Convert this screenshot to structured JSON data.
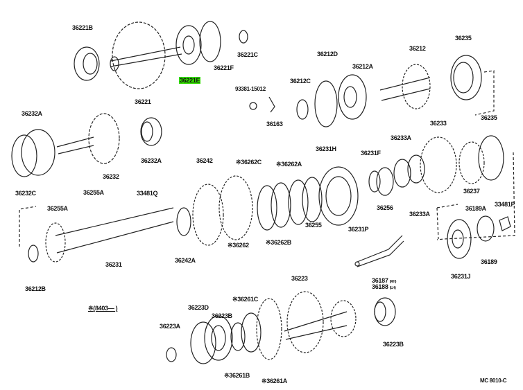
{
  "diagram": {
    "code": "MC 8010-C",
    "note": "※(8403—        )",
    "parts": [
      {
        "id": "36221B"
      },
      {
        "id": "36221E",
        "highlighted": true
      },
      {
        "id": "36221F"
      },
      {
        "id": "36221C"
      },
      {
        "id": "36221"
      },
      {
        "id": "93381-15012"
      },
      {
        "id": "36163"
      },
      {
        "id": "36212C"
      },
      {
        "id": "36212D"
      },
      {
        "id": "36212A"
      },
      {
        "id": "36212"
      },
      {
        "id": "36235"
      },
      {
        "id": "36232A"
      },
      {
        "id": "36232A"
      },
      {
        "id": "36232"
      },
      {
        "id": "36232C"
      },
      {
        "id": "36255A"
      },
      {
        "id": "33481Q"
      },
      {
        "id": "36255A"
      },
      {
        "id": "36242"
      },
      {
        "id": "※36262C"
      },
      {
        "id": "※36262A"
      },
      {
        "id": "36231H"
      },
      {
        "id": "36231F"
      },
      {
        "id": "36233A"
      },
      {
        "id": "36233"
      },
      {
        "id": "36235"
      },
      {
        "id": "36237"
      },
      {
        "id": "36256"
      },
      {
        "id": "36233A"
      },
      {
        "id": "36189A"
      },
      {
        "id": "33481P"
      },
      {
        "id": "36231J"
      },
      {
        "id": "36189"
      },
      {
        "id": "36255"
      },
      {
        "id": "36231P"
      },
      {
        "id": "※36262B"
      },
      {
        "id": "※36262"
      },
      {
        "id": "36242A"
      },
      {
        "id": "36231"
      },
      {
        "id": "36212B"
      },
      {
        "id": "36223D"
      },
      {
        "id": "36223B"
      },
      {
        "id": "※36261C"
      },
      {
        "id": "36223A"
      },
      {
        "id": "※36261B"
      },
      {
        "id": "※36261A"
      },
      {
        "id": "36223"
      },
      {
        "id": "36187"
      },
      {
        "id": "36188"
      },
      {
        "id": "36223B"
      }
    ],
    "side_rh": "(RH)",
    "side_lh": "(LH)",
    "highlight_color": "#33dd00"
  }
}
